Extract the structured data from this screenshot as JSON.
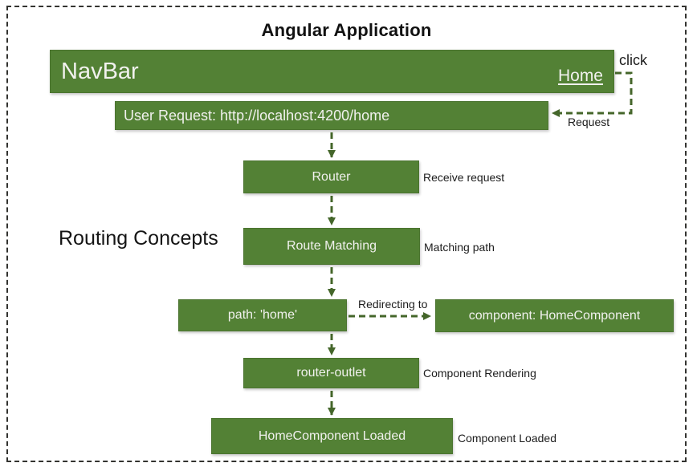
{
  "title": "Angular Application",
  "side_heading": "Routing Concepts",
  "colors": {
    "box_fill": "#538135",
    "box_border": "#4b7430",
    "arrow": "#44662a",
    "box_text": "#f1f1ee",
    "label_text": "#1c1c1c",
    "frame_dash": "#333330"
  },
  "navbar": {
    "label": "NavBar",
    "home_link": "Home"
  },
  "annotations": {
    "click": "click",
    "request": "Request",
    "redirecting_to": "Redirecting to"
  },
  "user_request_bar": "User Request: http://localhost:4200/home",
  "boxes": {
    "router": {
      "label": "Router",
      "note": "Receive request"
    },
    "route_matching": {
      "label": "Route Matching",
      "note": "Matching path"
    },
    "path_home": {
      "label": "path: 'home'"
    },
    "component_home": {
      "label": "component: HomeComponent"
    },
    "router_outlet": {
      "label": "router-outlet",
      "note": "Component Rendering"
    },
    "home_loaded": {
      "label": "HomeComponent Loaded",
      "note": "Component Loaded"
    }
  }
}
